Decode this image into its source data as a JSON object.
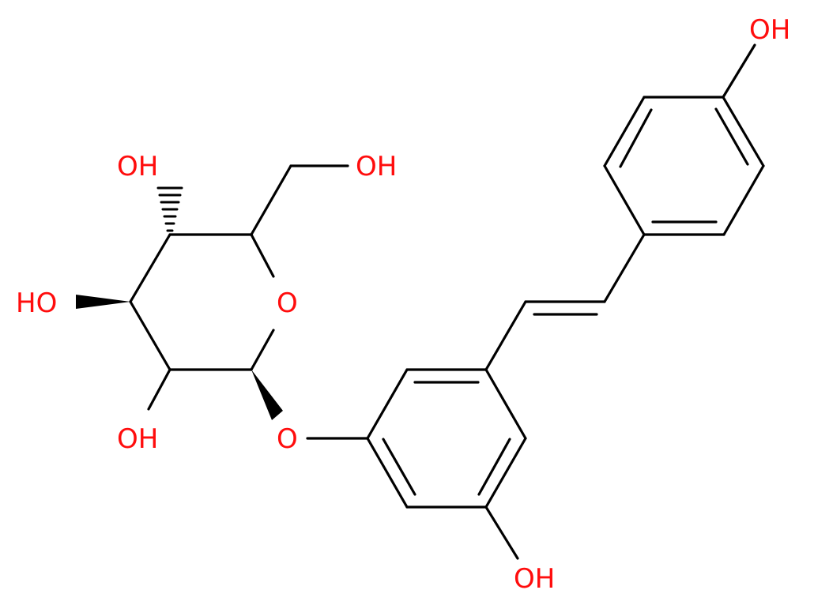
{
  "colors": {
    "bond": "#000000",
    "heteroatom": "#ff0d0d",
    "background": "#ffffff"
  },
  "atoms": {
    "oh_top": "OH",
    "oh_hydroxymethyl": "OH",
    "oh_c4": "OH",
    "ho_c3": "HO",
    "oh_c2": "OH",
    "oh_resorcinol": "OH",
    "o_ring": "O",
    "o_glycosidic": "O"
  }
}
